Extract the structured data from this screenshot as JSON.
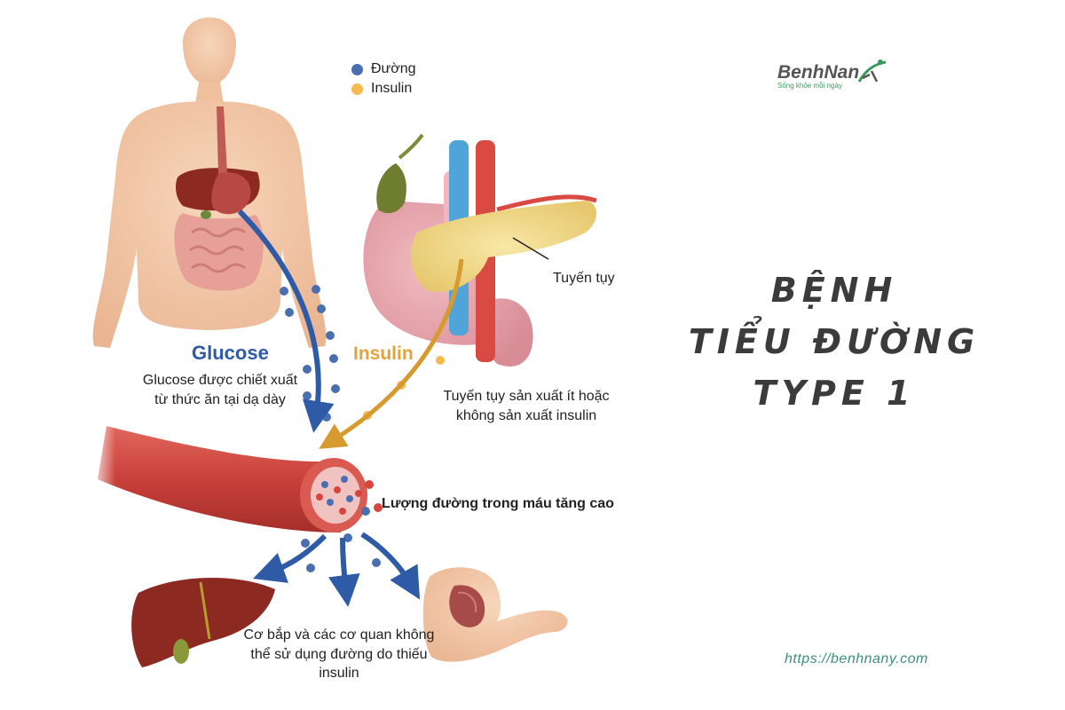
{
  "legend": {
    "items": [
      {
        "label": "Đường",
        "color": "#4a6fb0"
      },
      {
        "label": "Insulin",
        "color": "#f5b94e"
      }
    ]
  },
  "labels": {
    "glucose": "Glucose",
    "insulin": "Insulin",
    "glucose_desc": "Glucose được chiết xuất từ thức ăn tại dạ dày",
    "pancreas": "Tuyến tụy",
    "pancreas_desc": "Tuyến tụy sản xuất ít hoặc không sản xuất insulin",
    "blood_sugar": "Lượng đường trong máu tăng cao",
    "organs_desc": "Cơ bắp và các cơ quan không thể sử dụng đường do thiếu insulin"
  },
  "title": {
    "lines": [
      "BỆNH",
      "TIỂU ĐƯỜNG",
      "TYPE 1"
    ]
  },
  "brand": {
    "name": "BenhNan",
    "slogan": "Sống khỏe mỗi ngày",
    "website": "https://benhnany.com"
  },
  "colors": {
    "glucose": "#2f5aa6",
    "insulin": "#e0a43e",
    "skin": "#f3c9a7",
    "vessel": "#c9423a",
    "liver": "#8c2a22",
    "pancreas": "#f3dc8c"
  }
}
